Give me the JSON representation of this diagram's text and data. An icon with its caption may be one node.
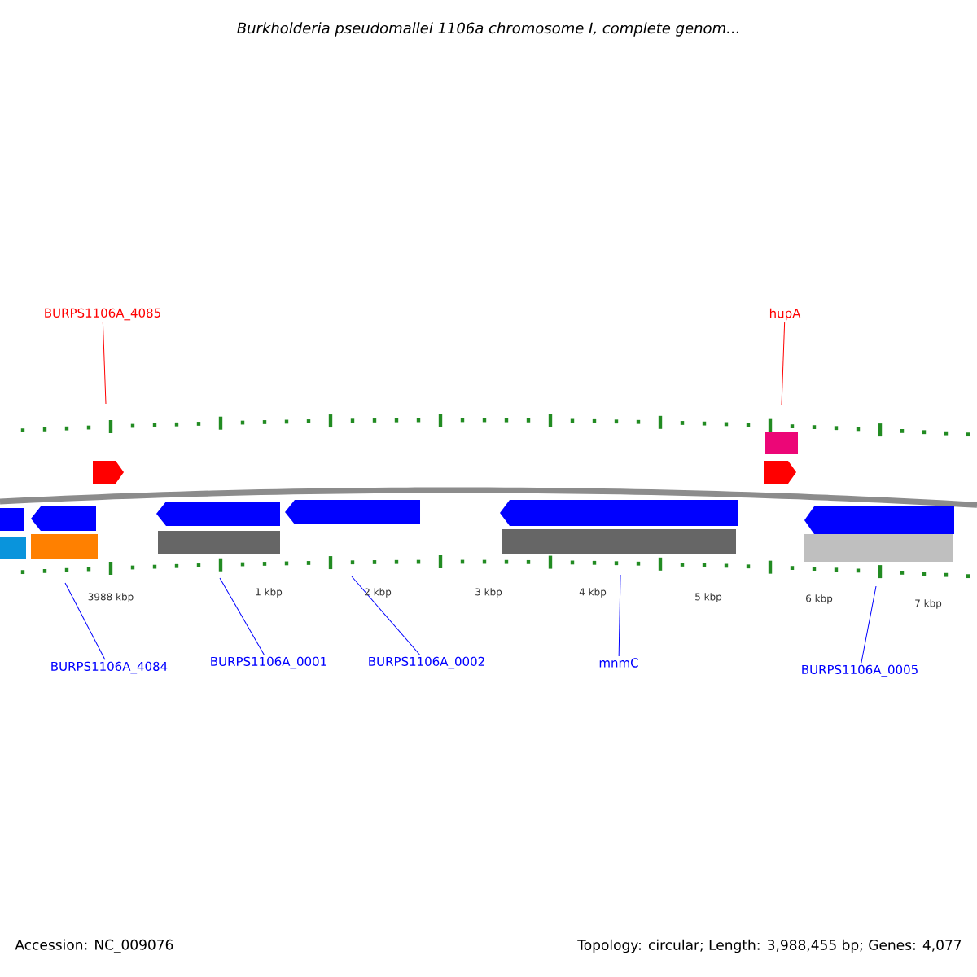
{
  "diagram": {
    "title": "Burkholderia pseudomallei 1106a chromosome I, complete genom...",
    "nodes": [
      {
        "text": [
          "BURPS1106A_4085"
        ]
      },
      {
        "text": [
          "hupA"
        ]
      },
      {
        "text": [
          "BURPS1106A_4084"
        ]
      },
      {
        "text": [
          "BURPS1106A_0001"
        ]
      },
      {
        "text": [
          "BURPS1106A_0002"
        ]
      },
      {
        "text": [
          "mnmC"
        ]
      },
      {
        "text": [
          "BURPS1106A_0005"
        ]
      }
    ],
    "edges": [
      {
        "from": 0,
        "to": null,
        "arrow": "none",
        "color": "#ff0000"
      },
      {
        "from": 1,
        "to": null,
        "arrow": "none",
        "color": "#ff0000"
      },
      {
        "from": 2,
        "to": null,
        "arrow": "none"
      },
      {
        "from": 3,
        "to": null,
        "arrow": "none"
      },
      {
        "from": 4,
        "to": null,
        "arrow": "none"
      },
      {
        "from": 5,
        "to": null,
        "arrow": "none"
      },
      {
        "from": 6,
        "to": null,
        "arrow": "none"
      }
    ],
    "labels": [
      "3988 kbp",
      "1 kbp",
      "2 kbp",
      "3 kbp",
      "4 kbp",
      "5 kbp",
      "6 kbp",
      "7 kbp",
      "Accession: NC_009076",
      "Topology: circular; Length: 3,988,455 bp; Genes: 4,077"
    ]
  }
}
